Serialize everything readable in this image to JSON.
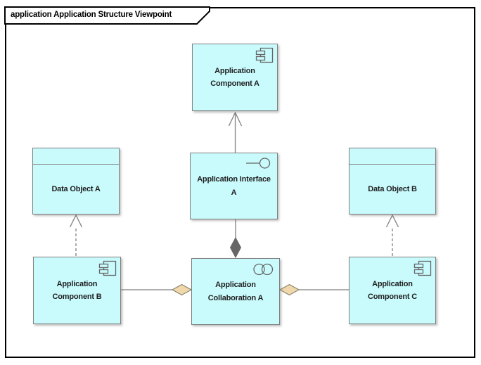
{
  "frame": {
    "title": "application Application Structure Viewpoint",
    "kind": "ArchiMate diagram frame"
  },
  "colors": {
    "background": "#FFFFFF",
    "frame_border": "#000000",
    "node_fill": "#C9FBFD",
    "node_border": "#7F7F7F",
    "label_text": "#1F1F1F",
    "connector_line": "#7F7F7F",
    "composition_diamond": "#666666",
    "aggregation_diamond_fill": "#F0D7AC"
  },
  "nodes": {
    "component_a": {
      "label": "Application\nComponent A",
      "type": "application-component"
    },
    "interface_a": {
      "label": "Application Interface\nA",
      "type": "application-interface"
    },
    "data_object_a": {
      "label": "Data Object A",
      "type": "data-object"
    },
    "data_object_b": {
      "label": "Data Object B",
      "type": "data-object"
    },
    "component_b": {
      "label": "Application\nComponent B",
      "type": "application-component"
    },
    "collaboration_a": {
      "label": "Application\nCollaboration A",
      "type": "application-collaboration"
    },
    "component_c": {
      "label": "Application\nComponent C",
      "type": "application-component"
    }
  },
  "relationships": [
    {
      "type": "serving",
      "source": "Application Interface A",
      "target": "Application Component A",
      "line": "solid",
      "end": "open-arrow"
    },
    {
      "type": "composition",
      "source": "Application Collaboration A",
      "target": "Application Interface A",
      "line": "solid",
      "end": "filled-diamond"
    },
    {
      "type": "aggregation",
      "source": "Application Collaboration A",
      "target": "Application Component B",
      "line": "solid",
      "end": "hollow-tan-diamond"
    },
    {
      "type": "aggregation",
      "source": "Application Collaboration A",
      "target": "Application Component C",
      "line": "solid",
      "end": "hollow-tan-diamond"
    },
    {
      "type": "access",
      "source": "Application Component B",
      "target": "Data Object A",
      "line": "dashed",
      "end": "open-arrow"
    },
    {
      "type": "access",
      "source": "Application Component C",
      "target": "Data Object B",
      "line": "dashed",
      "end": "open-arrow"
    }
  ]
}
